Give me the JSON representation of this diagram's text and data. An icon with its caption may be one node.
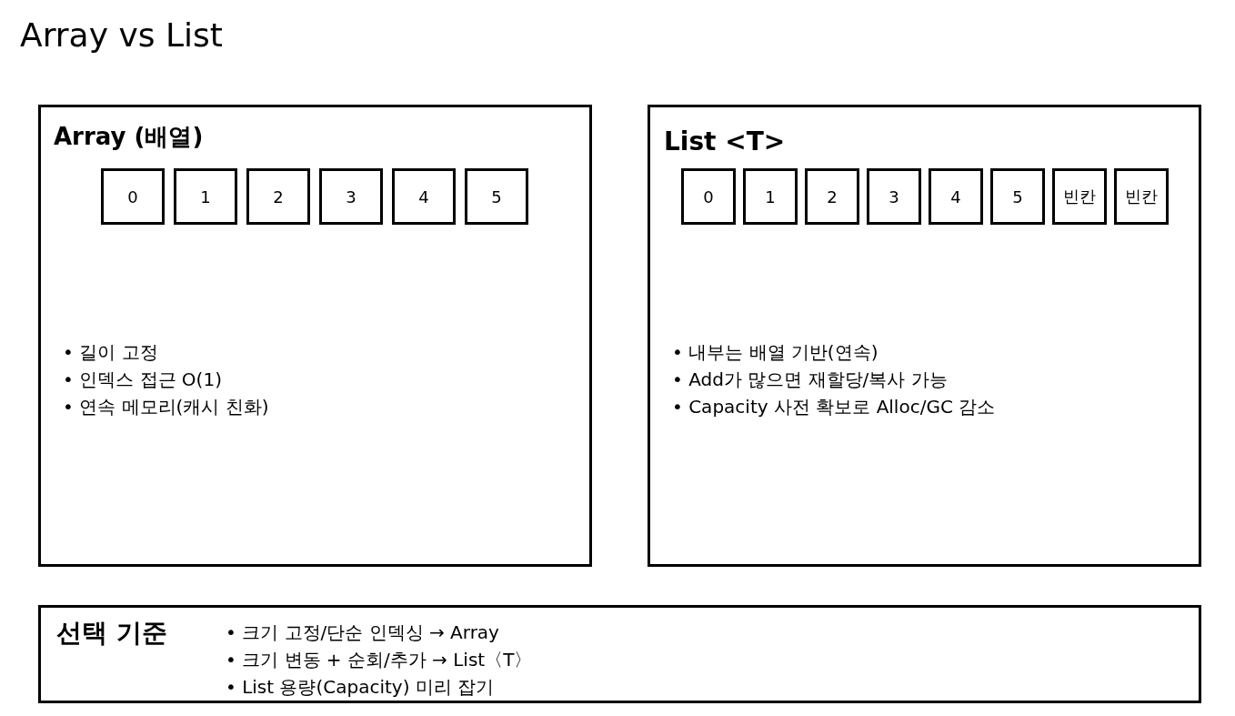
{
  "diagram": {
    "title": "Array vs List",
    "nodes": [
      {
        "text": [
          "Array (배열)",
          "• 길이 고정",
          "• 인덱스 접근 O(1)",
          "• 연속 메모리(캐시 친화)"
        ]
      },
      {
        "text": [
          "0"
        ],
        "in": 0
      },
      {
        "text": [
          "1"
        ],
        "in": 0
      },
      {
        "text": [
          "2"
        ],
        "in": 0
      },
      {
        "text": [
          "3"
        ],
        "in": 0
      },
      {
        "text": [
          "4"
        ],
        "in": 0
      },
      {
        "text": [
          "5"
        ],
        "in": 0
      },
      {
        "text": [
          "List <T>",
          "• 내부는 배열 기반(연속)",
          "• Add가 많으면 재할당/복사 가능",
          "• Capacity 사전 확보로 Alloc/GC 감소"
        ]
      },
      {
        "text": [
          "0"
        ],
        "in": 7
      },
      {
        "text": [
          "1"
        ],
        "in": 7
      },
      {
        "text": [
          "2"
        ],
        "in": 7
      },
      {
        "text": [
          "3"
        ],
        "in": 7
      },
      {
        "text": [
          "4"
        ],
        "in": 7
      },
      {
        "text": [
          "5"
        ],
        "in": 7
      },
      {
        "text": [
          "빈칸"
        ],
        "in": 7
      },
      {
        "text": [
          "빈칸"
        ],
        "in": 7
      },
      {
        "text": [
          "선택 기준",
          "• 크기 고정/단순 인덱싱 → Array",
          "• 크기 변동 + 순회/추가 → List〈T〉",
          "• List 용량(Capacity) 미리 잡기"
        ]
      }
    ]
  }
}
